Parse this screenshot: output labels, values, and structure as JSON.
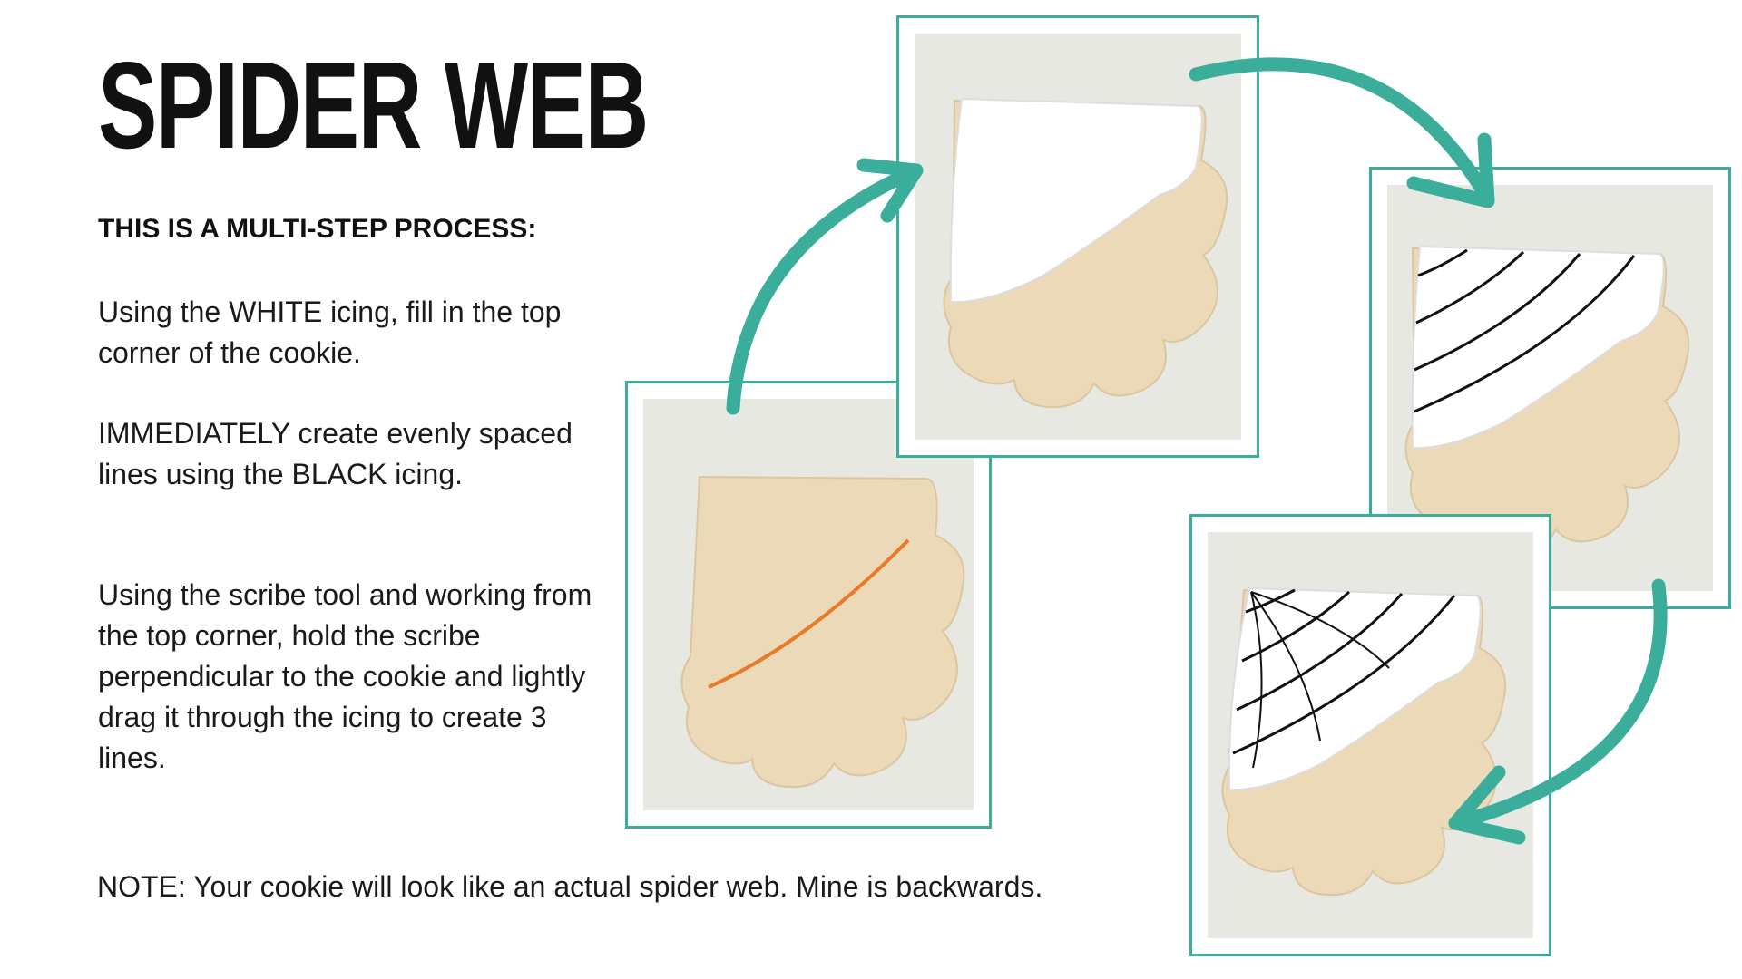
{
  "title": "SPIDER WEB",
  "subheading": "THIS IS A MULTI-STEP PROCESS:",
  "paragraphs": [
    "Using the WHITE icing, fill in the top corner of the cookie.",
    "IMMEDIATELY create evenly spaced lines using the BLACK icing.",
    "Using the scribe tool and working from the top corner, hold the scribe perpendicular to the cookie and lightly drag it through the icing to create 3 lines."
  ],
  "note": "NOTE: Your cookie will look like an actual spider web. Mine is backwards.",
  "photos": [
    {
      "step": 1,
      "icon": "cookie-plain-guide-line-photo"
    },
    {
      "step": 2,
      "icon": "cookie-white-flood-photo"
    },
    {
      "step": 3,
      "icon": "cookie-black-lines-photo"
    },
    {
      "step": 4,
      "icon": "cookie-spider-web-photo"
    }
  ],
  "colors": {
    "accent": "#3aae9a",
    "cookie": "#ecd9b8",
    "icing_white": "#ffffff",
    "icing_black": "#111111",
    "guide_line": "#e87a2a",
    "backdrop": "#e8e8e3"
  }
}
